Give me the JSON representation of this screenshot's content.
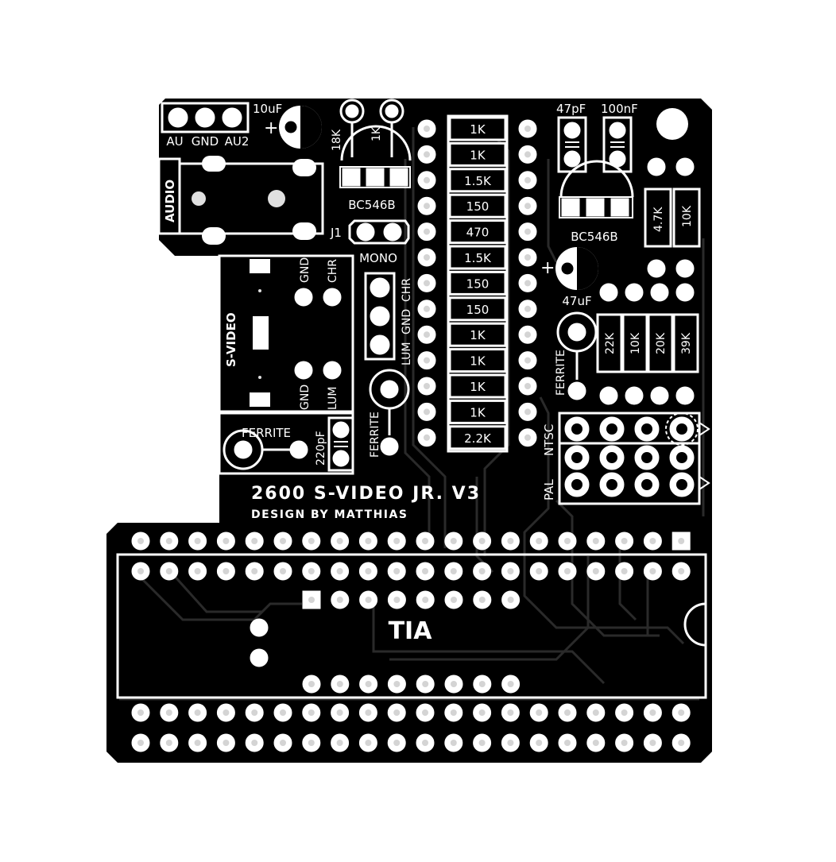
{
  "colors": {
    "board": "#000000",
    "silk": "#ffffff",
    "pad": "#ffffff",
    "drill": "#d4d4d4",
    "trace": "#2a2a2a",
    "background": "#ffffff"
  },
  "board": {
    "title": "2600 S-VIDEO JR. V3",
    "credit": "DESIGN BY MATTHIAS"
  },
  "audio": {
    "pins": [
      "AU",
      "GND",
      "AU2"
    ],
    "jack_label": "AUDIO",
    "cap": "10uF",
    "cap_plus": "+"
  },
  "q1": {
    "part": "BC546B",
    "r1": "18K",
    "r2": "1K"
  },
  "q2": {
    "part": "BC546B",
    "c1": "47pF",
    "c2": "100nF"
  },
  "jumper": {
    "ref": "J1",
    "label": "MONO"
  },
  "svideo": {
    "label": "S-VIDEO",
    "pin_gnd_top": "GND",
    "pin_chr": "CHR",
    "pin_gnd_bottom": "GND",
    "pin_lum": "LUM"
  },
  "header3": {
    "labels": [
      "LUM",
      "GND",
      "CHR"
    ]
  },
  "resistor_column": [
    "1K",
    "1K",
    "1.5K",
    "150",
    "470",
    "1.5K",
    "150",
    "150",
    "1K",
    "1K",
    "1K",
    "1K",
    "2.2K"
  ],
  "right_resistors": {
    "r_top": [
      "4.7K",
      "10K"
    ],
    "r_mid": [
      "22K",
      "10K",
      "20K",
      "39K"
    ]
  },
  "cap_47uf": {
    "value": "47uF",
    "plus": "+"
  },
  "ferrite": {
    "left": "FERRITE",
    "center": "FERRITE",
    "right": "FERRITE"
  },
  "cap_220pf": "220pF",
  "switch": {
    "pal": "PAL",
    "ntsc": "NTSC"
  },
  "chip": {
    "label": "TIA"
  }
}
